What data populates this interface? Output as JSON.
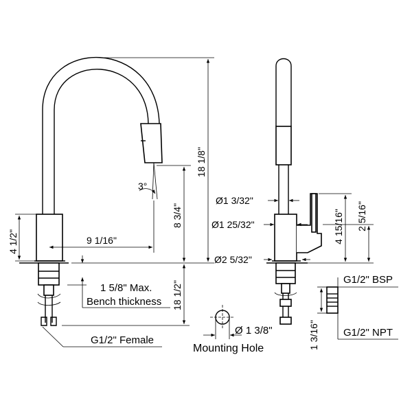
{
  "dimensions": {
    "base_height": "4 1/2\"",
    "reach": "9 1/16\"",
    "spray_height": "8 3/4\"",
    "total_height": "18 1/8\"",
    "angle": "3°",
    "bench": "1 5/8\" Max.",
    "bench_label": "Bench thickness",
    "hose_length": "18 1/2\"",
    "female": "G1/2\" Female",
    "d1": "Ø1 3/32\"",
    "d2": "Ø1 25/32\"",
    "d3": "Ø2 5/32\"",
    "handle_height": "4 15/16\"",
    "handle_sub": "2 5/16\"",
    "hole_diameter": "1 3/8\"",
    "mounting_hole": "Mounting Hole",
    "bsp": "G1/2\" BSP",
    "npt": "G1/2\" NPT",
    "connector_length": "1 3/16\""
  },
  "colors": {
    "line": "#000000",
    "background": "#ffffff"
  }
}
